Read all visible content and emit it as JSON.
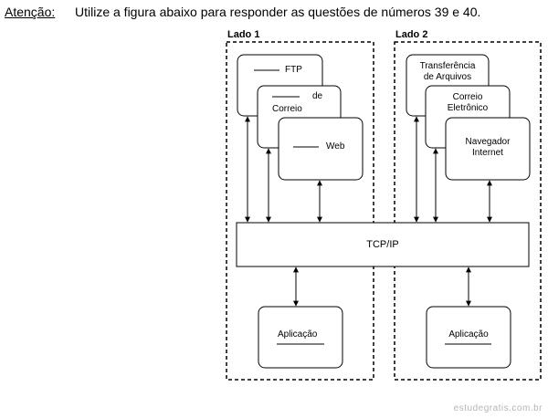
{
  "header": {
    "attention": "Atenção:",
    "instruction": "Utilize a figura abaixo para responder as questões de números 39 e 40."
  },
  "diagram": {
    "side1": {
      "label": "Lado 1",
      "ftp": "FTP",
      "mail_de": "de",
      "mail_correio": "Correio",
      "web": "Web",
      "app": "Aplicação"
    },
    "side2": {
      "label": "Lado 2",
      "transfer_line1": "Transferência",
      "transfer_line2": "de Arquivos",
      "mail_line1": "Correio",
      "mail_line2": "Eletrônico",
      "browser_line1": "Navegador",
      "browser_line2": "Internet",
      "app": "Aplicação"
    },
    "tcpip": "TCP/IP"
  },
  "watermark": "estudegratis.com.br"
}
